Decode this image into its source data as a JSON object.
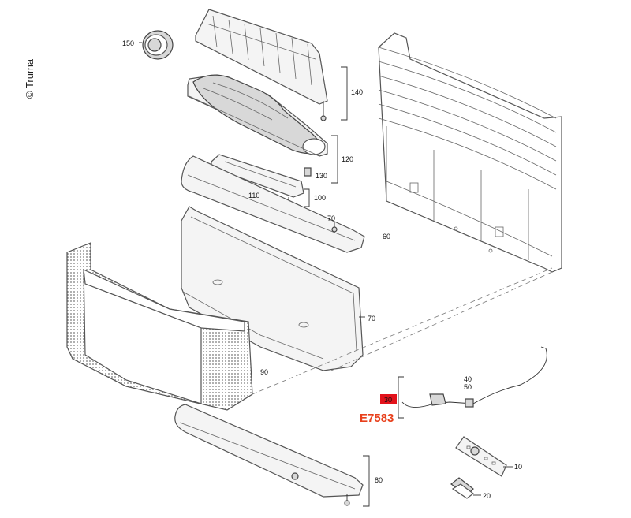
{
  "copyright": "© Truma",
  "article_code": "E7583",
  "colors": {
    "article_code": "#e8401c",
    "highlight_box": "#e3121b",
    "line": "#555555"
  },
  "parts": [
    {
      "id": "150",
      "label": "150",
      "name": "knob"
    },
    {
      "id": "140",
      "label": "140",
      "name": "burner-bracket"
    },
    {
      "id": "120",
      "label": "120",
      "name": "log-set"
    },
    {
      "id": "130",
      "label": "130",
      "name": "clip"
    },
    {
      "id": "110",
      "label": "110",
      "name": "led"
    },
    {
      "id": "100",
      "label": "100",
      "name": "led-board"
    },
    {
      "id": "70a",
      "label": "70",
      "name": "screw"
    },
    {
      "id": "60",
      "label": "60",
      "name": "top-trim"
    },
    {
      "id": "70b",
      "label": "70",
      "name": "front-frame"
    },
    {
      "id": "90",
      "label": "90",
      "name": "mesh-grille"
    },
    {
      "id": "80",
      "label": "80",
      "name": "bottom-trim"
    },
    {
      "id": "40",
      "label": "40",
      "name": "connector"
    },
    {
      "id": "50",
      "label": "50",
      "name": "connector-nut"
    },
    {
      "id": "30",
      "label": "30",
      "name": "cable"
    },
    {
      "id": "10",
      "label": "10",
      "name": "remote-control"
    },
    {
      "id": "20",
      "label": "20",
      "name": "holder"
    }
  ]
}
